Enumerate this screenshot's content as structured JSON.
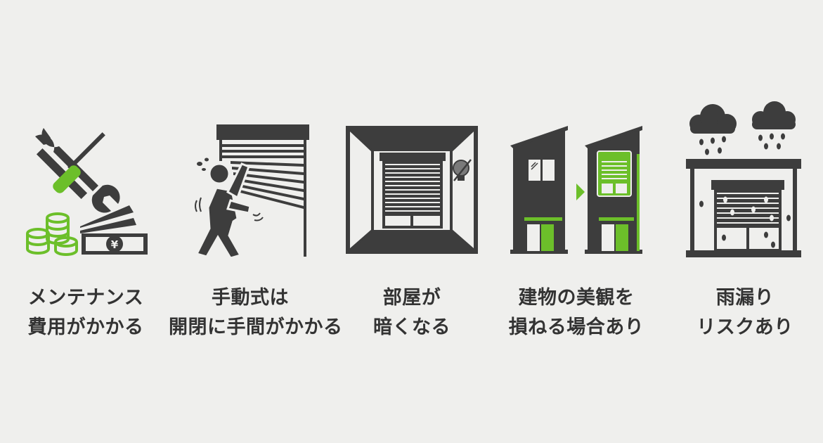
{
  "colors": {
    "background": "#efefed",
    "icon_dark": "#3d3d3d",
    "accent_green": "#6cbf2a",
    "text": "#333333"
  },
  "items": [
    {
      "icon": "tools-and-money-icon",
      "lines": [
        "メンテナンス",
        "費用がかかる"
      ]
    },
    {
      "icon": "person-pulling-shutter-icon",
      "lines": [
        "手動式は",
        "開閉に手間がかかる"
      ]
    },
    {
      "icon": "dark-room-shutter-icon",
      "lines": [
        "部屋が",
        "暗くなる"
      ]
    },
    {
      "icon": "building-before-after-shutter-icon",
      "lines": [
        "建物の美観を",
        "損ねる場合あり"
      ]
    },
    {
      "icon": "rain-leak-shutter-icon",
      "lines": [
        "雨漏り",
        "リスクあり"
      ]
    }
  ]
}
